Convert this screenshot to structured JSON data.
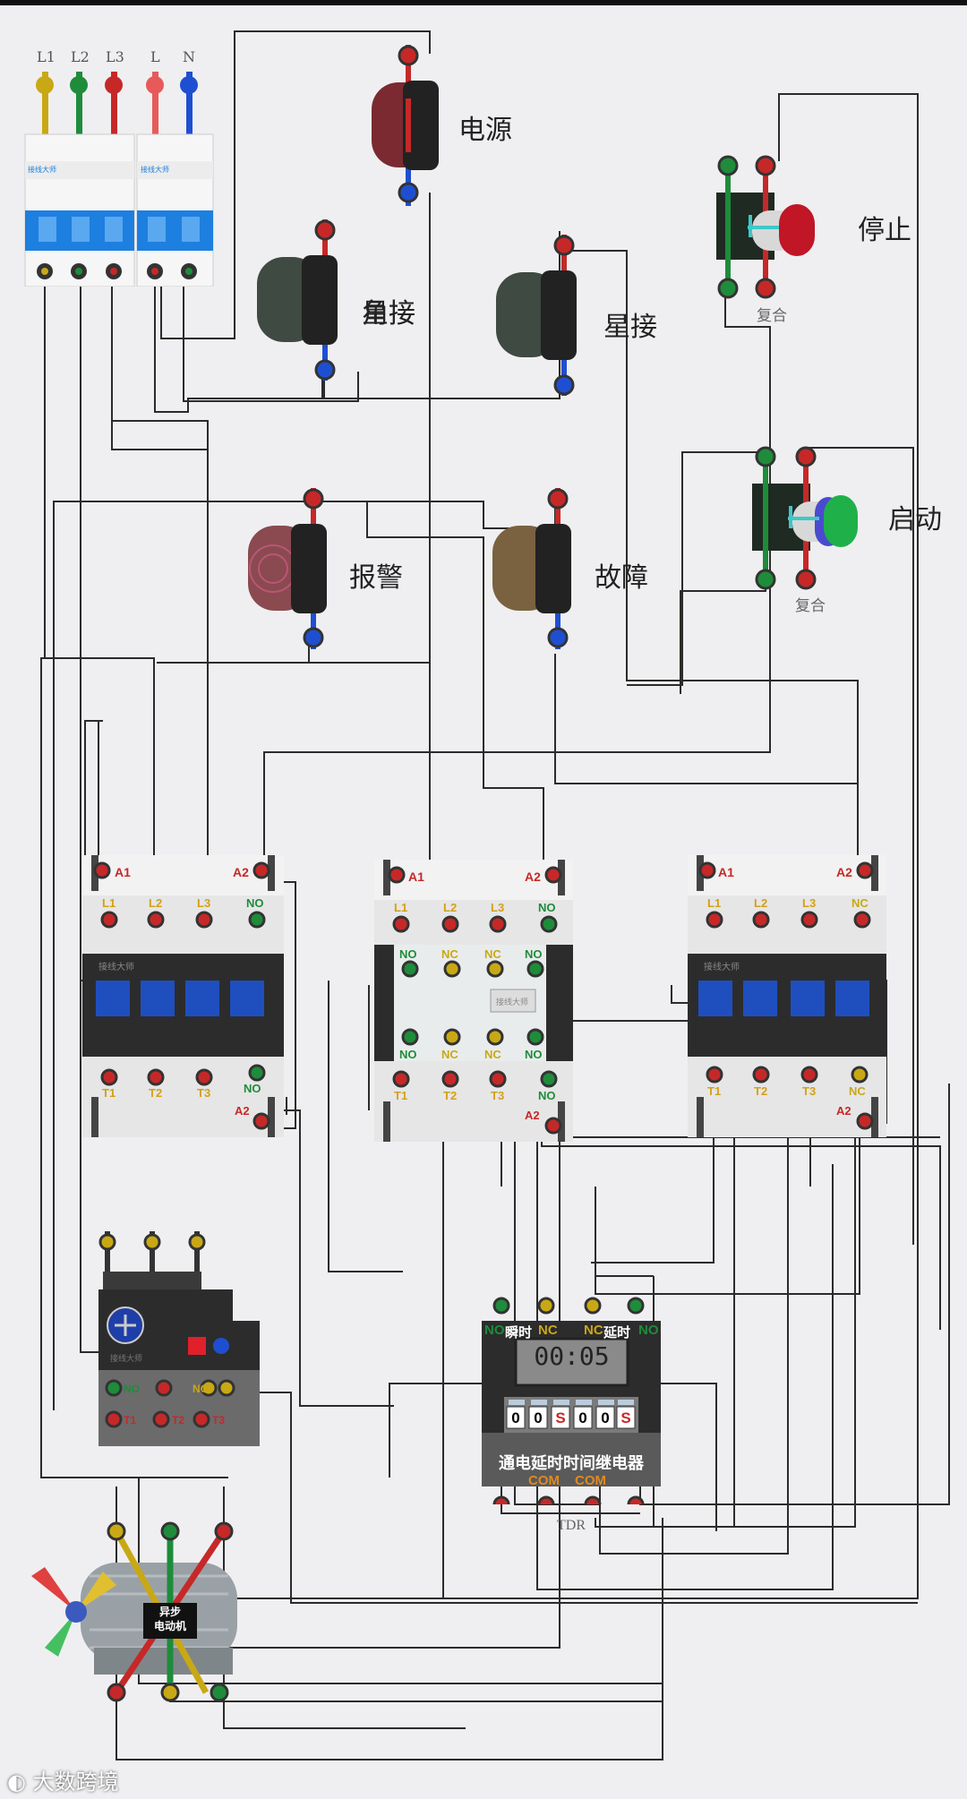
{
  "breaker": {
    "poles": [
      "L1",
      "L2",
      "L3",
      "L",
      "N"
    ],
    "brand": "接线大师"
  },
  "lamps": {
    "power": "电源",
    "delta": "角接",
    "star": "星接",
    "alarm": "报警",
    "fault": "故障"
  },
  "buttons": {
    "stop": "停止",
    "stop_type": "复合",
    "start": "启动",
    "start_type": "复合"
  },
  "contactor": {
    "a1": "A1",
    "a2": "A2",
    "l1": "L1",
    "l2": "L2",
    "l3": "L3",
    "t1": "T1",
    "t2": "T2",
    "t3": "T3",
    "no": "NO",
    "nc": "NC",
    "brand": "接线大师"
  },
  "overload": {
    "no": "NO",
    "nc": "NC",
    "t1": "T1",
    "t2": "T2",
    "t3": "T3",
    "brand": "接线大师"
  },
  "timer": {
    "no_left": "NO",
    "instant": "瞬时",
    "nc_left": "NC",
    "nc_right": "NC",
    "delay": "延时",
    "no_right": "NO",
    "display": "00:05",
    "digits": [
      "0",
      "0",
      "S",
      "0",
      "0",
      "S"
    ],
    "name": "通电延时时间继电器",
    "com1": "COM",
    "com2": "COM",
    "model": "TDR"
  },
  "motor": {
    "line1": "异步",
    "line2": "电动机"
  },
  "watermark": "大数跨境",
  "colors": {
    "red": "#c62828",
    "green": "#1e8c3a",
    "yellow": "#c9a815",
    "blue": "#1f4fd1",
    "wire": "#2b2b2b"
  }
}
